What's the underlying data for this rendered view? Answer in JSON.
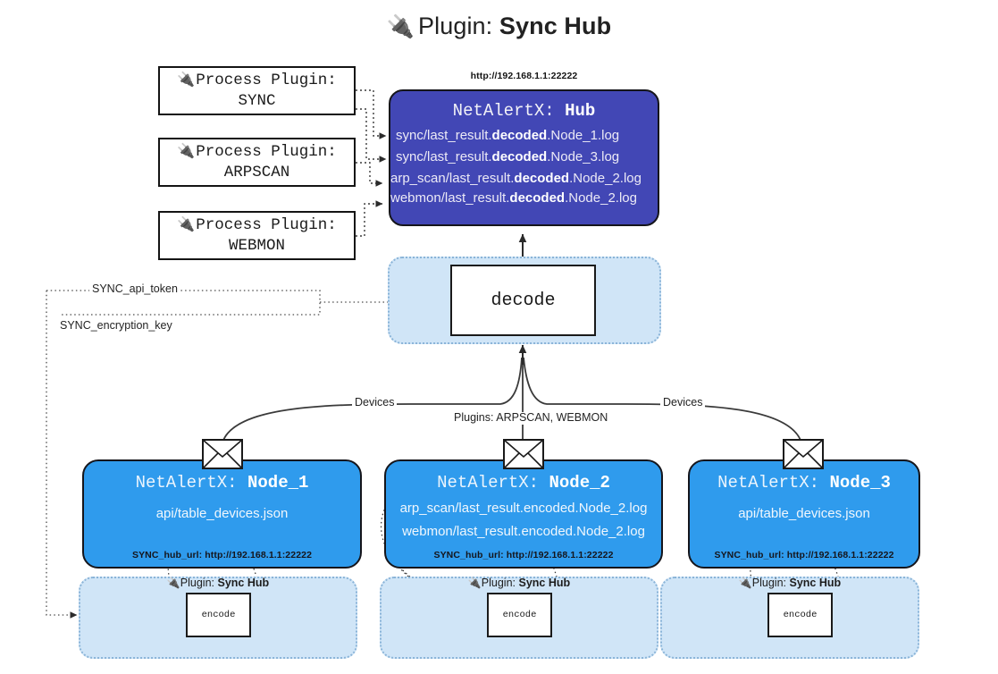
{
  "header": {
    "icon": "plug-icon",
    "prefix": "Plugin:",
    "name": "Sync Hub"
  },
  "process_plugins": [
    {
      "icon": "plug-icon",
      "line1": "Process Plugin:",
      "line2": "SYNC"
    },
    {
      "icon": "plug-icon",
      "line1": "Process Plugin:",
      "line2": "ARPSCAN"
    },
    {
      "icon": "plug-icon",
      "line1": "Process Plugin:",
      "line2": "WEBMON"
    }
  ],
  "hub": {
    "url": "http://192.168.1.1:22222",
    "title_prefix": "NetAlertX:",
    "title_name": "Hub",
    "files": [
      {
        "pre": "sync/last_result.",
        "em": "decoded",
        "post": ".Node_1.log"
      },
      {
        "pre": "sync/last_result.",
        "em": "decoded",
        "post": ".Node_3.log"
      },
      {
        "pre": "arp_scan/last_result.",
        "em": "decoded",
        "post": ".Node_2.log"
      },
      {
        "pre": "webmon/last_result.",
        "em": "decoded",
        "post": ".Node_2.log"
      }
    ]
  },
  "decode": {
    "label": "decode"
  },
  "secrets": [
    {
      "label": "SYNC_api_token"
    },
    {
      "label": "SYNC_encryption_key"
    }
  ],
  "edge_labels": {
    "devices_left": "Devices",
    "devices_right": "Devices",
    "plugins_center": "Plugins: ARPSCAN, WEBMON"
  },
  "nodes": [
    {
      "icon": "envelope-icon",
      "title_prefix": "NetAlertX:",
      "title_name": "Node_1",
      "lines": [
        "api/table_devices.json"
      ],
      "footer": "SYNC_hub_url: http://192.168.1.1:22222"
    },
    {
      "icon": "envelope-icon",
      "title_prefix": "NetAlertX:",
      "title_name": "Node_2",
      "lines": [
        "arp_scan/last_result.encoded.Node_2.log",
        "webmon/last_result.encoded.Node_2.log"
      ],
      "footer": "SYNC_hub_url: http://192.168.1.1:22222"
    },
    {
      "icon": "envelope-icon",
      "title_prefix": "NetAlertX:",
      "title_name": "Node_3",
      "lines": [
        "api/table_devices.json"
      ],
      "footer": "SYNC_hub_url: http://192.168.1.1:22222"
    }
  ],
  "encoders": [
    {
      "caption_icon": "plug-icon",
      "caption_prefix": "Plugin:",
      "caption_name": "Sync Hub",
      "label": "encode"
    },
    {
      "caption_icon": "plug-icon",
      "caption_prefix": "Plugin:",
      "caption_name": "Sync Hub",
      "label": "encode"
    },
    {
      "caption_icon": "plug-icon",
      "caption_prefix": "Plugin:",
      "caption_name": "Sync Hub",
      "label": "encode"
    }
  ],
  "colors": {
    "hub_fill": "#4247b5",
    "node_fill": "#2f9bed",
    "pale_fill": "#d0e5f7",
    "pale_border": "#8ab4d8",
    "stroke": "#15151b",
    "background": "#ffffff"
  }
}
